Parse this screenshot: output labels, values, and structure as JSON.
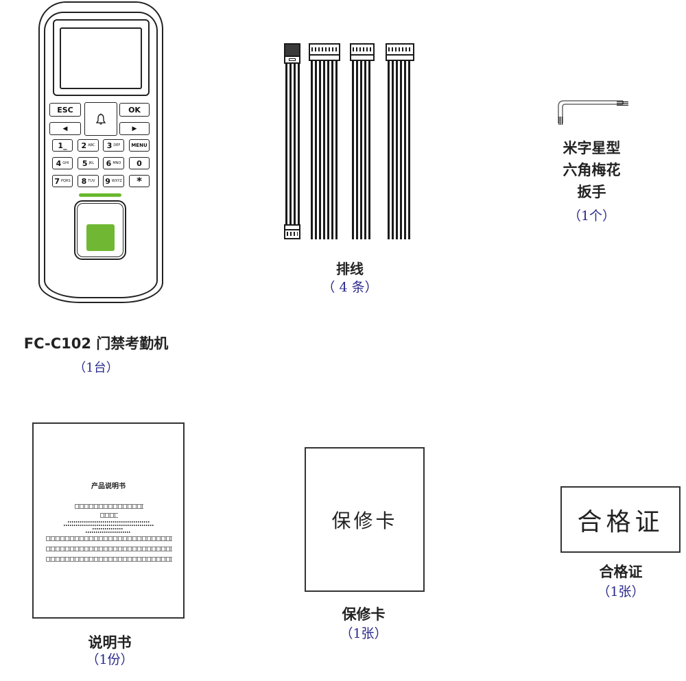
{
  "items": {
    "device": {
      "name": "FC-C102 门禁考勤机",
      "qty": "（1台）",
      "keys": {
        "esc": "ESC",
        "ok": "OK",
        "left": "◀",
        "right": "▶",
        "bell": "🔔",
        "k1": "1_",
        "k1_sub": "",
        "k2": "2",
        "k2_sub": "ABC",
        "k3": "3",
        "k3_sub": "DEF",
        "menu": "MENU",
        "k4": "4",
        "k4_sub": "GHI",
        "k5": "5",
        "k5_sub": "JKL",
        "k6": "6",
        "k6_sub": "MNO",
        "k0": "0",
        "k7": "7",
        "k7_sub": "PQRS",
        "k8": "8",
        "k8_sub": "TUV",
        "k9": "9",
        "k9_sub": "WXYZ",
        "star": "*"
      },
      "colors": {
        "led": "#6ab82e",
        "sensor": "#70b833"
      }
    },
    "cables": {
      "name": "排线",
      "qty": "（ 4 条）",
      "count": 4
    },
    "wrench": {
      "name_line1": "米字星型",
      "name_line2": "六角梅花",
      "name_line3": "扳手",
      "qty": "（1个）"
    },
    "manual": {
      "cover_title": "产品说明书",
      "name": "说明书",
      "qty": "（1份）"
    },
    "warranty": {
      "card_text": "保修卡",
      "name": "保修卡",
      "qty": "（1张）"
    },
    "certificate": {
      "card_text": "合格证",
      "name": "合格证",
      "qty": "（1张）"
    }
  },
  "colors": {
    "label_text": "#222222",
    "qty_text": "#2a2a8c"
  }
}
